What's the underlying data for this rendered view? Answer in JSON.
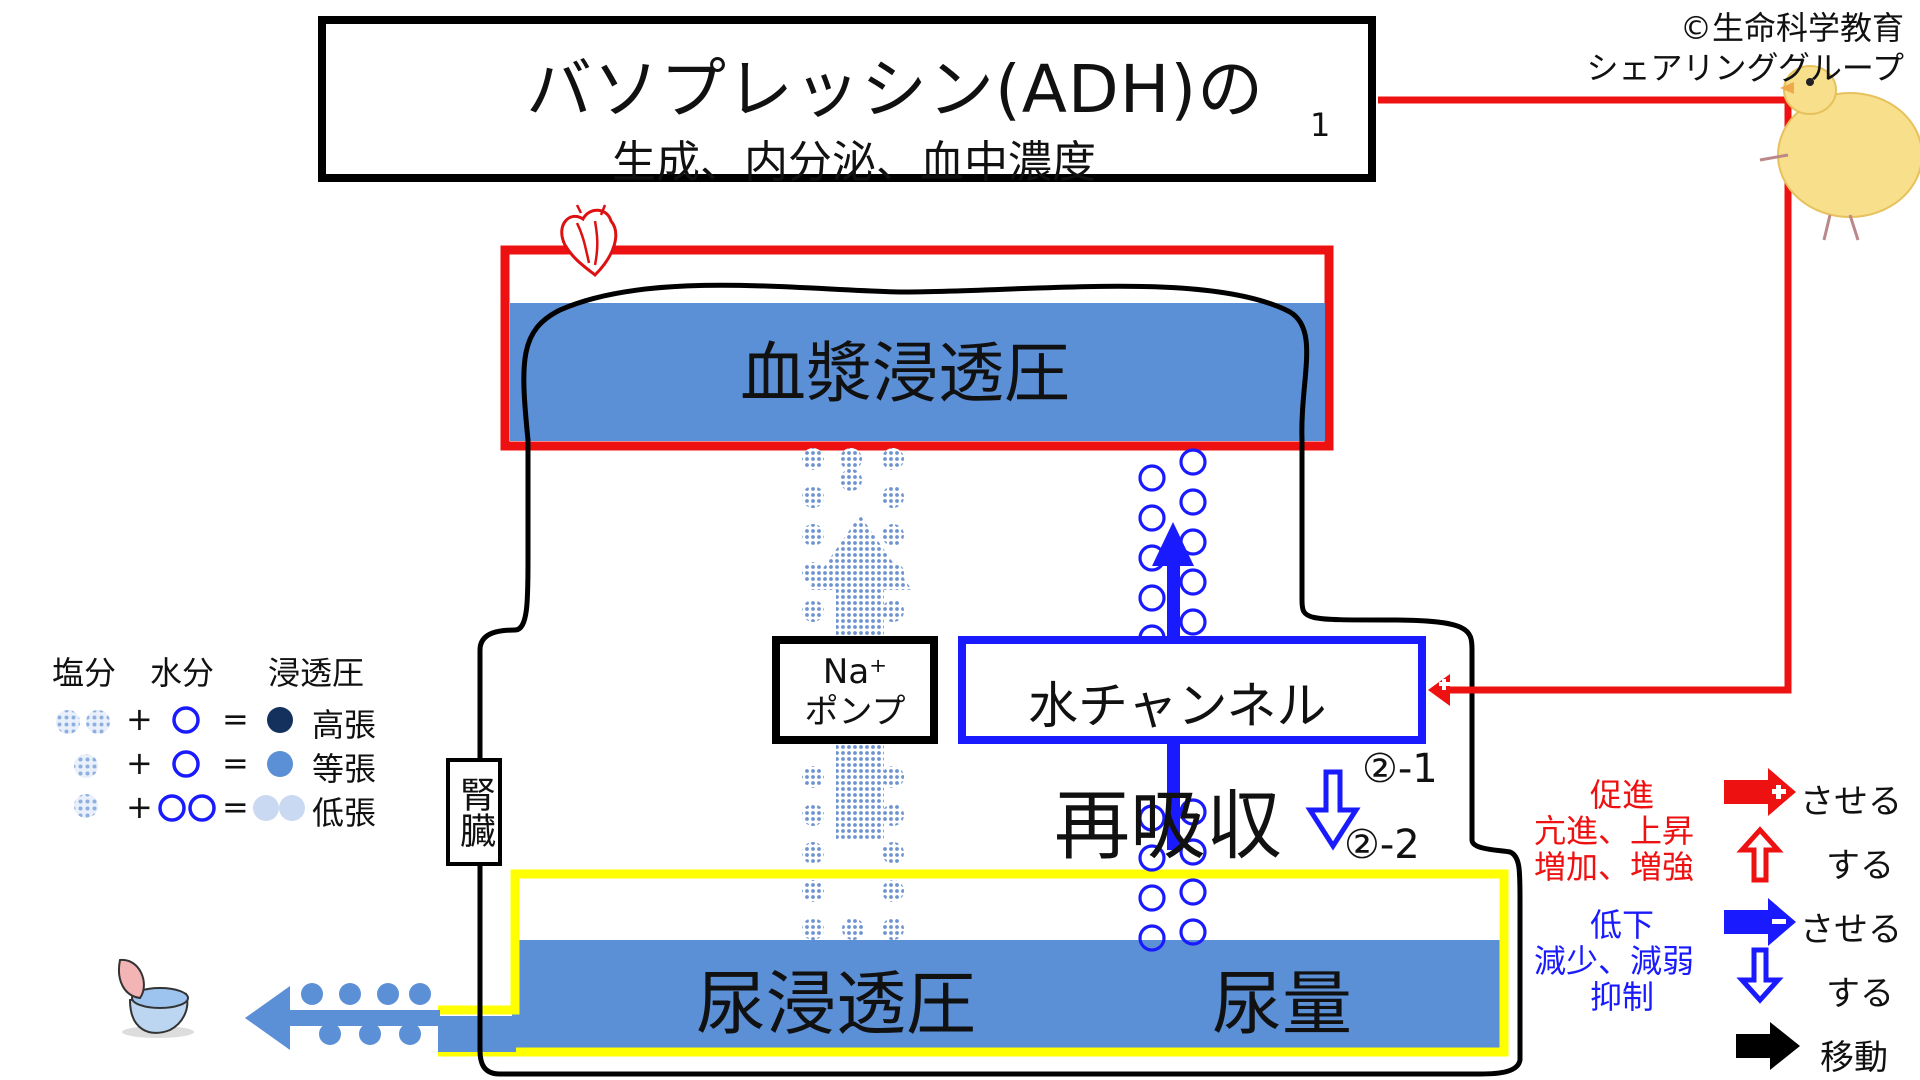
{
  "copyright": {
    "line1": "©生命科学教育",
    "line2": "シェアリンググループ"
  },
  "title": {
    "main": "バソプレッシン(ADH)の",
    "sub": "生成、内分泌、血中濃度",
    "marker": "1"
  },
  "plasma_label": "血漿浸透圧",
  "kidney_label": "腎臓",
  "na_pump": {
    "line1": "Na⁺",
    "line2": "ポンプ"
  },
  "water_channel_label": "水チャンネル",
  "reabsorption_label": "再吸収",
  "markers": {
    "m2_1": "②-1",
    "m2_2": "②-2"
  },
  "urine": {
    "osmotic_label": "尿浸透圧",
    "volume_label": "尿量"
  },
  "legend_osmosis": {
    "headers": {
      "salt": "塩分",
      "water": "水分",
      "osmotic": "浸透圧"
    },
    "rows": [
      {
        "plus": "+",
        "eq": "=",
        "label": "高張"
      },
      {
        "plus": "+",
        "eq": "=",
        "label": "等張"
      },
      {
        "plus": "+",
        "eq": "=",
        "label": "低張"
      }
    ]
  },
  "key": {
    "increase_words": "促進",
    "increase_words2": "亢進、上昇",
    "increase_words3": "増加、増強",
    "decrease_words": "低下",
    "decrease_words2": "減少、減弱",
    "decrease_words3": "抑制",
    "make_inc": "させる",
    "do_inc": "する",
    "make_dec": "させる",
    "do_dec": "する",
    "move": "移動"
  },
  "colors": {
    "red": "#ee1111",
    "blue": "#1a1aff",
    "fill_blue": "#5b8fd6",
    "yellow": "#ffff00",
    "dark_navy": "#13315c",
    "pale_blue": "#c9d9f2"
  },
  "icons": [
    "heart-icon",
    "toilet-icon",
    "chick-icon",
    "down-arrow-icon",
    "up-arrow-icon",
    "right-arrow-icon",
    "starburst-icon"
  ]
}
